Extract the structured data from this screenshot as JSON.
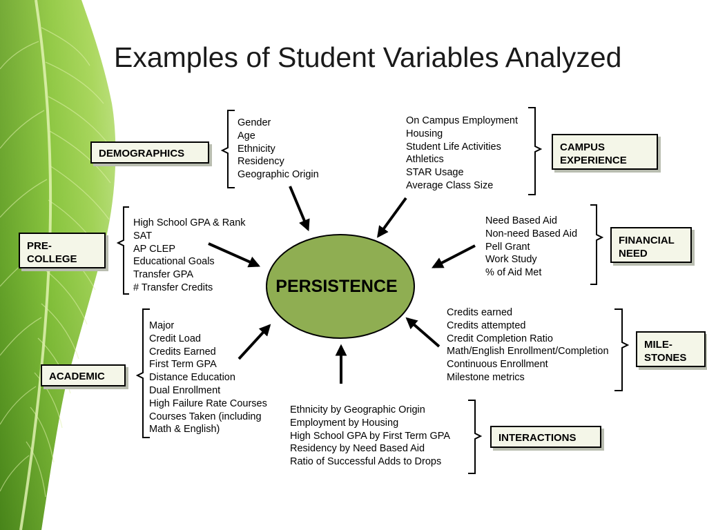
{
  "slide": {
    "title": "Examples of Student Variables Analyzed",
    "center": "PERSISTENCE",
    "leaf_color": "#7cb342",
    "ellipse_color": "#8fae52"
  },
  "categories": {
    "demographics": {
      "label": "DEMOGRAPHICS",
      "items": [
        "Gender",
        "Age",
        "Ethnicity",
        "Residency",
        "Geographic Origin"
      ]
    },
    "campus_experience": {
      "label": "CAMPUS\nEXPERIENCE",
      "items": [
        "On Campus Employment",
        "Housing",
        "Student Life Activities",
        "Athletics",
        "STAR Usage",
        "Average Class Size"
      ]
    },
    "pre_college": {
      "label": "PRE-\nCOLLEGE",
      "items": [
        "High School GPA & Rank",
        "SAT",
        "AP CLEP",
        "Educational Goals",
        "Transfer GPA",
        "# Transfer Credits"
      ]
    },
    "financial_need": {
      "label": "FINANCIAL\nNEED",
      "items": [
        "Need Based Aid",
        "Non-need Based Aid",
        "Pell Grant",
        "Work Study",
        "% of Aid Met"
      ]
    },
    "academic": {
      "label": "ACADEMIC",
      "items": [
        "Major",
        "Credit Load",
        "Credits Earned",
        "First Term GPA",
        "Distance Education",
        "Dual Enrollment",
        "High Failure Rate Courses",
        "Courses Taken (including",
        "Math & English)"
      ]
    },
    "milestones": {
      "label": "MILE-\nSTONES",
      "items": [
        "Credits earned",
        "Credits attempted",
        "Credit Completion Ratio",
        "Math/English Enrollment/Completion",
        "Continuous Enrollment",
        "Milestone metrics"
      ]
    },
    "interactions": {
      "label": "INTERACTIONS",
      "items": [
        "Ethnicity by Geographic Origin",
        "Employment by Housing",
        "High School GPA by First Term GPA",
        "Residency by Need Based Aid",
        "Ratio of Successful Adds to Drops"
      ]
    }
  }
}
